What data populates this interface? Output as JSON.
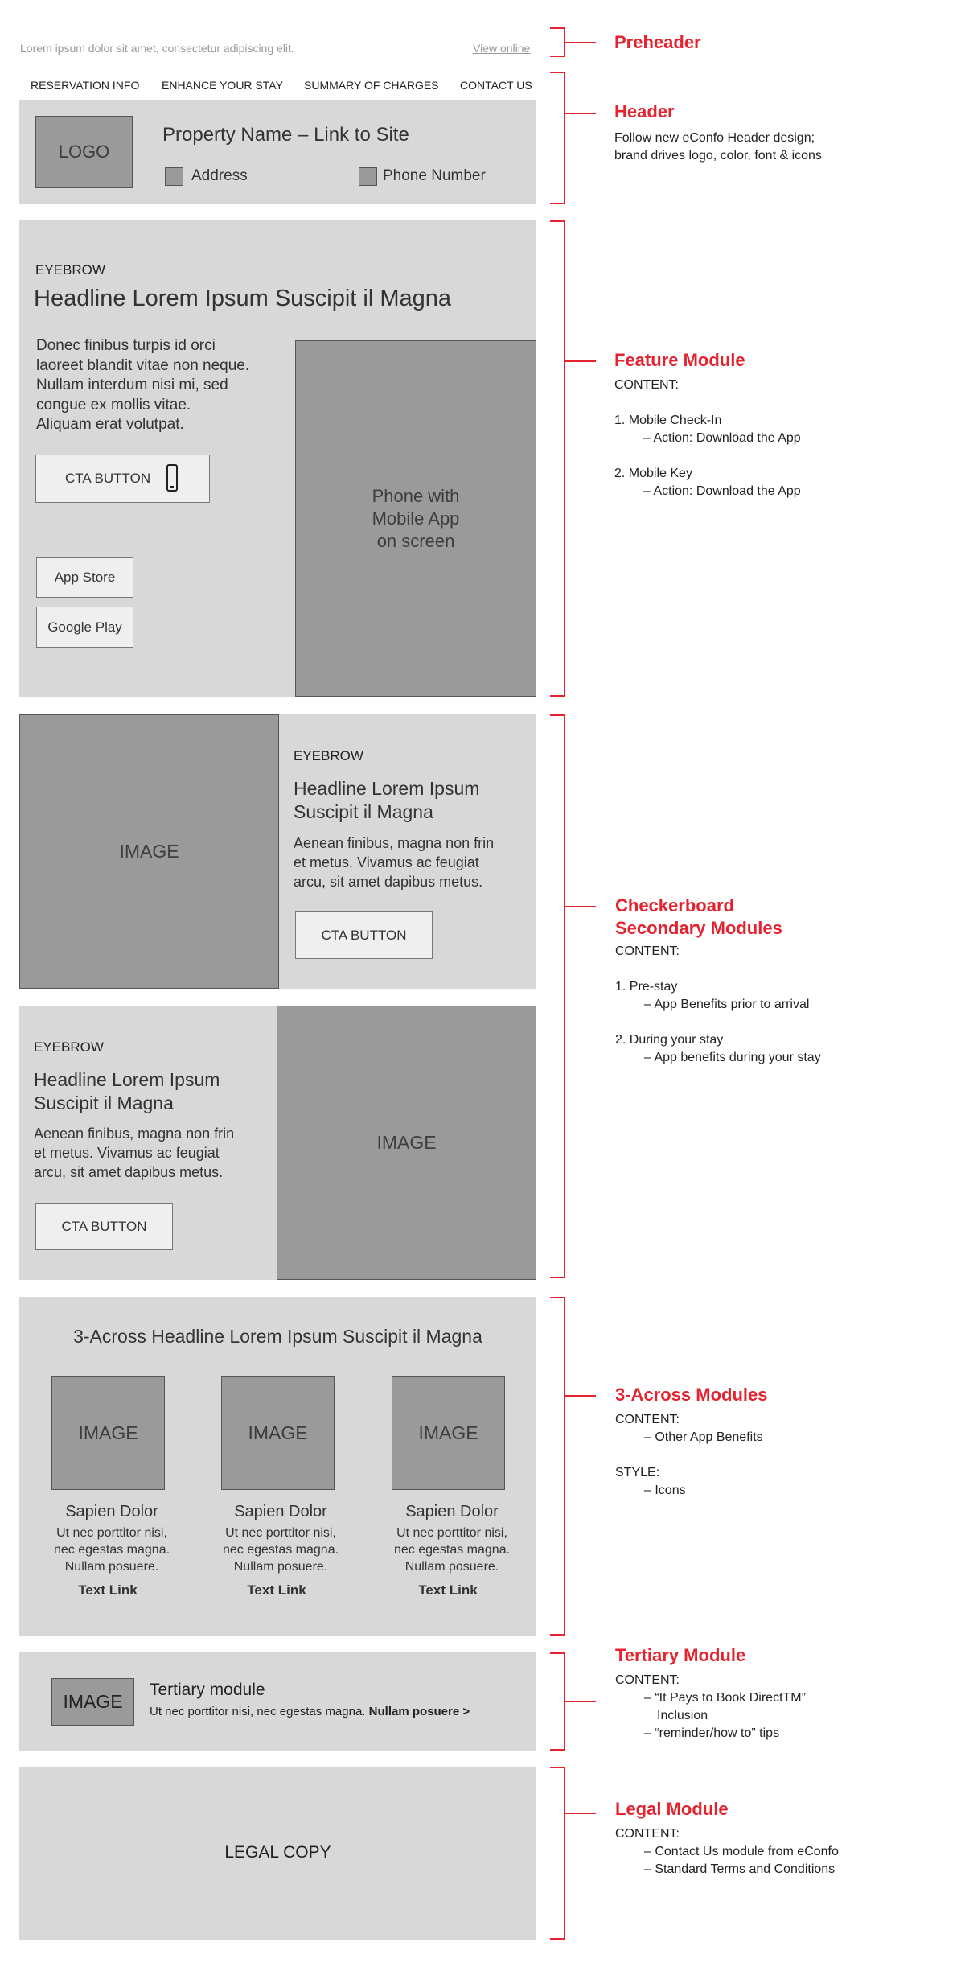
{
  "preheader": {
    "text": "Lorem ipsum dolor sit amet, consectetur adipiscing elit.",
    "view_online": "View online"
  },
  "nav": [
    "RESERVATION INFO",
    "ENHANCE YOUR STAY",
    "SUMMARY OF CHARGES",
    "CONTACT US"
  ],
  "header": {
    "logo": "LOGO",
    "property": "Property Name – Link to Site",
    "address": "Address",
    "phone": "Phone Number"
  },
  "feature": {
    "eyebrow": "EYEBROW",
    "headline": "Headline Lorem Ipsum Suscipit il Magna",
    "body_lines": [
      "Donec finibus turpis id orci",
      "laoreet blandit vitae non neque.",
      "Nullam interdum nisi mi, sed",
      "congue ex mollis vitae.",
      "Aliquam erat volutpat."
    ],
    "cta": "CTA BUTTON",
    "app_store": "App Store",
    "google_play": "Google Play",
    "image_lines": [
      "Phone with",
      "Mobile App",
      "on screen"
    ]
  },
  "checker1": {
    "image": "IMAGE",
    "eyebrow": "EYEBROW",
    "headline_lines": [
      "Headline Lorem Ipsum",
      "Suscipit il Magna"
    ],
    "body_lines": [
      "Aenean finibus, magna non frin",
      "et metus. Vivamus ac feugiat",
      "arcu, sit amet dapibus metus."
    ],
    "cta": "CTA BUTTON"
  },
  "checker2": {
    "image": "IMAGE",
    "eyebrow": "EYEBROW",
    "headline_lines": [
      "Headline Lorem Ipsum",
      "Suscipit il Magna"
    ],
    "body_lines": [
      "Aenean finibus, magna non frin",
      "et metus. Vivamus ac feugiat",
      "arcu, sit amet dapibus metus."
    ],
    "cta": "CTA BUTTON"
  },
  "three_across": {
    "headline": "3-Across Headline Lorem Ipsum Suscipit il Magna",
    "items": [
      {
        "image": "IMAGE",
        "title": "Sapien Dolor",
        "body_lines": [
          "Ut nec porttitor nisi,",
          "nec egestas magna.",
          "Nullam posuere."
        ],
        "link": "Text Link"
      },
      {
        "image": "IMAGE",
        "title": "Sapien Dolor",
        "body_lines": [
          "Ut nec porttitor nisi,",
          "nec egestas magna.",
          "Nullam posuere."
        ],
        "link": "Text Link"
      },
      {
        "image": "IMAGE",
        "title": "Sapien Dolor",
        "body_lines": [
          "Ut nec porttitor nisi,",
          "nec egestas magna.",
          "Nullam posuere."
        ],
        "link": "Text Link"
      }
    ]
  },
  "tertiary": {
    "image": "IMAGE",
    "title": "Tertiary module",
    "body": "Ut nec porttitor nisi, nec egestas magna.",
    "link": "Nullam posuere >"
  },
  "legal": {
    "text": "LEGAL COPY"
  },
  "annotations": {
    "preheader": {
      "title": "Preheader"
    },
    "header": {
      "title": "Header",
      "lines": [
        "Follow new eConfo Header design;",
        "brand drives logo, color, font & icons"
      ]
    },
    "feature": {
      "title": "Feature Module",
      "content": "CONTENT:",
      "item1": "1. Mobile Check-In",
      "item1_sub": "– Action: Download the App",
      "item2": "2. Mobile Key",
      "item2_sub": "– Action: Download the App"
    },
    "checker": {
      "title1": "Checkerboard",
      "title2": "Secondary Modules",
      "content": "CONTENT:",
      "item1": "1. Pre-stay",
      "item1_sub": "– App Benefits prior to arrival",
      "item2": "2. During your stay",
      "item2_sub": "– App benefits during your stay"
    },
    "three": {
      "title": "3-Across Modules",
      "content": "CONTENT:",
      "content_sub": "– Other App Benefits",
      "style": "STYLE:",
      "style_sub": "– Icons"
    },
    "tertiary": {
      "title": "Tertiary Module",
      "content": "CONTENT:",
      "sub1": "– “It Pays to Book DirectTM”",
      "sub1b": "Inclusion",
      "sub2": "– “reminder/how to” tips"
    },
    "legal": {
      "title": "Legal Module",
      "content": "CONTENT:",
      "sub1": "– Contact Us module from eConfo",
      "sub2": "– Standard Terms and Conditions"
    }
  },
  "colors": {
    "accent": "#e4232f",
    "panel": "#d8d8d8",
    "image": "#9b9a9a",
    "button": "#efefef"
  }
}
